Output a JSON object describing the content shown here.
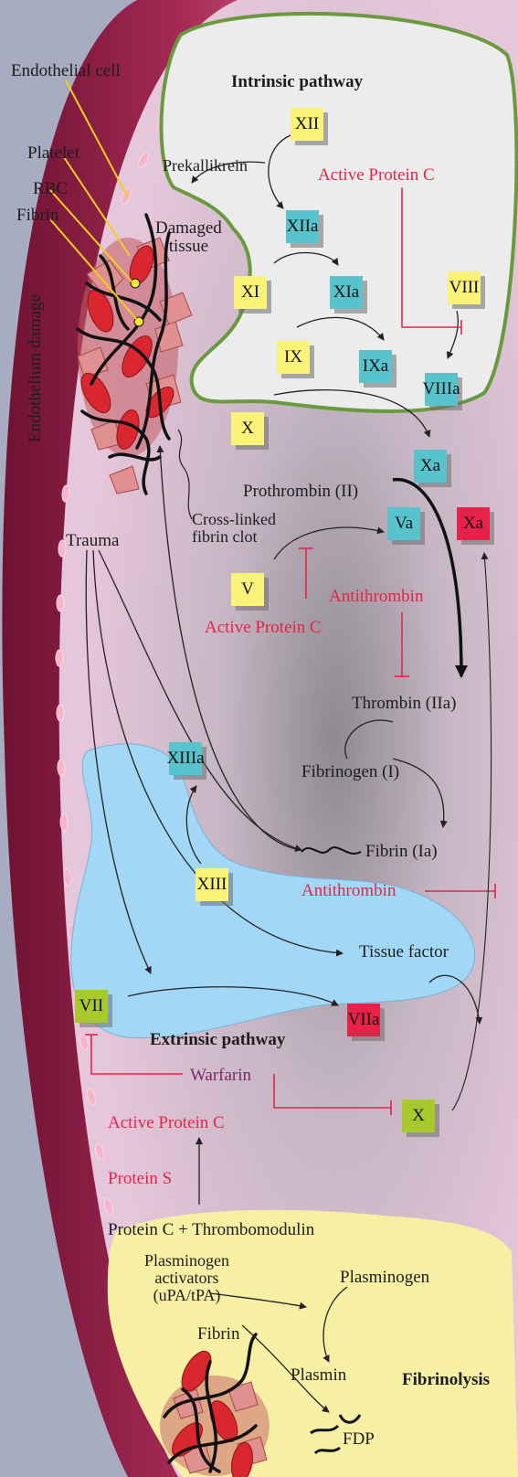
{
  "labels": {
    "endothelial_cell": "Endothelial cell",
    "platelet": "Platelet",
    "rbc": "RBC",
    "fibrin_top": "Fibrin",
    "endothelium_damage": "Endothelium damage",
    "intrinsic_pathway": "Intrinsic pathway",
    "prekallikrein": "Prekallikrein",
    "damaged_tissue": "Damaged\ntissue",
    "active_protein_c_top": "Active Protein C",
    "prothrombin": "Prothrombin (II)",
    "cross_linked": "Cross-linked\nfibrin clot",
    "trauma": "Trauma",
    "active_protein_c_mid": "Active Protein C",
    "antithrombin_mid": "Antithrombin",
    "thrombin": "Thrombin (IIa)",
    "fibrinogen": "Fibrinogen (I)",
    "fibrin_ia": "Fibrin (Ia)",
    "antithrombin_low": "Antithrombin",
    "tissue_factor": "Tissue factor",
    "extrinsic_pathway": "Extrinsic pathway",
    "warfarin": "Warfarin",
    "active_protein_c_low": "Active Protein C",
    "protein_s": "Protein S",
    "protein_c_thrombomodulin": "Protein C + Thrombomodulin",
    "plasminogen_activators": "Plasminogen\nactivators\n(uPA/tPA)",
    "plasminogen": "Plasminogen",
    "fibrin_bottom": "Fibrin",
    "plasmin": "Plasmin",
    "fibrinolysis": "Fibrinolysis",
    "fdp": "FDP"
  },
  "factors": {
    "XII": "XII",
    "XIIa": "XIIa",
    "XI": "XI",
    "XIa": "XIa",
    "VIII": "VIII",
    "IX": "IX",
    "IXa": "IXa",
    "VIIIa": "VIIIa",
    "X_top": "X",
    "Xa_cyan": "Xa",
    "Va": "Va",
    "Xa_red": "Xa",
    "V": "V",
    "XIIIa": "XIIIa",
    "XIII": "XIII",
    "VII": "VII",
    "VIIa": "VIIa",
    "X_green": "X"
  },
  "colors": {
    "factor_inactive": "#fbf279",
    "factor_active": "#58c3cd",
    "factor_prothrombinase": "#e6214a",
    "factor_vitamin_k": "#a8c92b",
    "inhibitor_text": "#e8234a",
    "warfarin_text": "#7a2a6a",
    "intrinsic_region": "#ececec",
    "extrinsic_region": "#a2d8f5",
    "fibrinolysis_region": "#f7f0a4"
  }
}
